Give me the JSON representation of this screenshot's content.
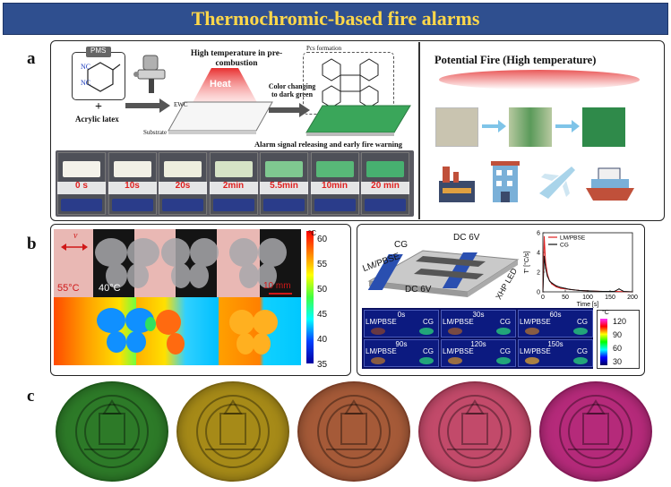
{
  "header": {
    "title": "Thermochromic-based fire alarms"
  },
  "panel_a": {
    "letter": "a",
    "pms_label": "PMS",
    "plus": "+",
    "latex_label": "Acrylic latex",
    "nc1": "NC",
    "nc2": "NC",
    "high_temp": "High temperature in pre-combustion",
    "heat": "Heat",
    "ewc": "EWC",
    "substrate": "Substrate",
    "color_change": "Color changing to dark green",
    "pcs": "Pcs formation",
    "alarm": "Alarm signal releasing and early fire warning",
    "times": [
      "0 s",
      "10s",
      "20s",
      "2min",
      "5.5min",
      "10min",
      "20 min"
    ],
    "right_title": "Potential Fire (High temperature)"
  },
  "panel_b": {
    "letter": "b",
    "v_label": "v",
    "temp1": "55°C",
    "temp2": "40°C",
    "scale": "10 mm",
    "cbar_unit": "°C",
    "cbar_ticks": [
      "60",
      "55",
      "50",
      "45",
      "40",
      "35"
    ],
    "device_labels": {
      "cg": "CG",
      "dc1": "DC 6V",
      "lm": "LM/PBSE",
      "dc2": "DC 6V",
      "xhp": "XHP LED"
    },
    "grid": [
      {
        "time": "0s",
        "a": "LM/PBSE",
        "b": "CG"
      },
      {
        "time": "30s",
        "a": "LM/PBSE",
        "b": "CG"
      },
      {
        "time": "60s",
        "a": "LM/PBSE",
        "b": "CG"
      },
      {
        "time": "90s",
        "a": "LM/PBSE",
        "b": "CG"
      },
      {
        "time": "120s",
        "a": "LM/PBSE",
        "b": "CG"
      },
      {
        "time": "150s",
        "a": "LM/PBSE",
        "b": "CG"
      }
    ],
    "cbar2_unit": "°C",
    "cbar2_ticks": [
      "120",
      "90",
      "60",
      "30"
    ]
  },
  "chart_data": {
    "type": "line",
    "xlabel": "Time [s]",
    "ylabel": "T' [°C/s]",
    "xlim": [
      0,
      200
    ],
    "ylim": [
      0,
      6
    ],
    "xticks": [
      "0",
      "50",
      "100",
      "150",
      "200"
    ],
    "yticks": [
      "0",
      "2",
      "4",
      "6"
    ],
    "legend_position": "top-right",
    "series": [
      {
        "name": "LM/PBSE",
        "color": "#e02020",
        "x": [
          0,
          3,
          6,
          10,
          15,
          20,
          30,
          40,
          50,
          60,
          80,
          100,
          130,
          160,
          200
        ],
        "y": [
          0,
          5.6,
          3.0,
          1.8,
          1.1,
          0.8,
          0.5,
          0.35,
          0.3,
          0.25,
          0.15,
          0.1,
          0.05,
          0.05,
          0
        ]
      },
      {
        "name": "CG",
        "color": "#111111",
        "x": [
          0,
          3,
          6,
          10,
          15,
          20,
          30,
          40,
          50,
          60,
          80,
          100,
          130,
          160,
          170,
          180,
          200
        ],
        "y": [
          0,
          3.6,
          2.4,
          1.6,
          1.1,
          0.9,
          0.6,
          0.45,
          0.35,
          0.25,
          0.15,
          0.1,
          0.05,
          0.05,
          0.3,
          0.05,
          0
        ]
      }
    ]
  },
  "panel_c": {
    "letter": "c"
  }
}
